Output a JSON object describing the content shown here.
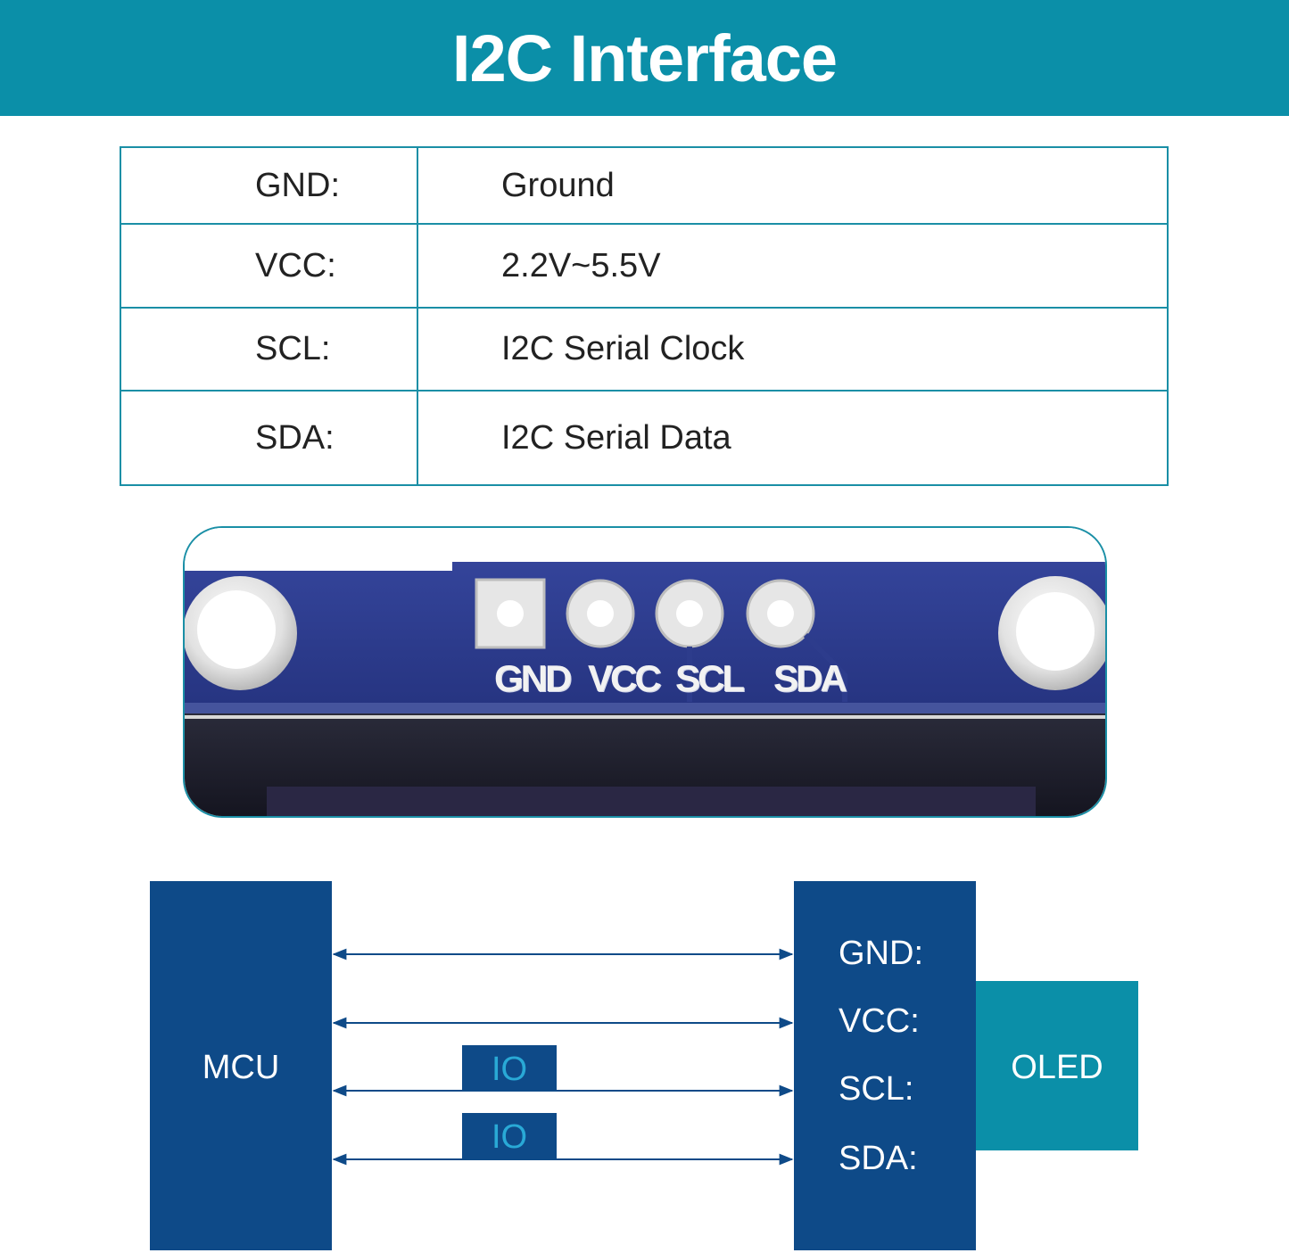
{
  "title": "I2C Interface",
  "pin_table": [
    {
      "pin": "GND:",
      "description": "Ground"
    },
    {
      "pin": "VCC:",
      "description": "2.2V~5.5V"
    },
    {
      "pin": "SCL:",
      "description": "I2C Serial Clock"
    },
    {
      "pin": "SDA:",
      "description": "I2C Serial Data"
    }
  ],
  "board_labels": [
    "GND",
    "VCC",
    "SCL",
    "SDA"
  ],
  "diagram": {
    "mcu_label": "MCU",
    "oled_label": "OLED",
    "io_labels": [
      "IO",
      "IO"
    ],
    "pins": [
      "GND:",
      "VCC:",
      "SCL:",
      "SDA:"
    ]
  },
  "colors": {
    "teal": "#0b8fa8",
    "navy": "#0e4a88",
    "io_text": "#29a9d6",
    "pcb_blue": "#2b3a8f"
  }
}
